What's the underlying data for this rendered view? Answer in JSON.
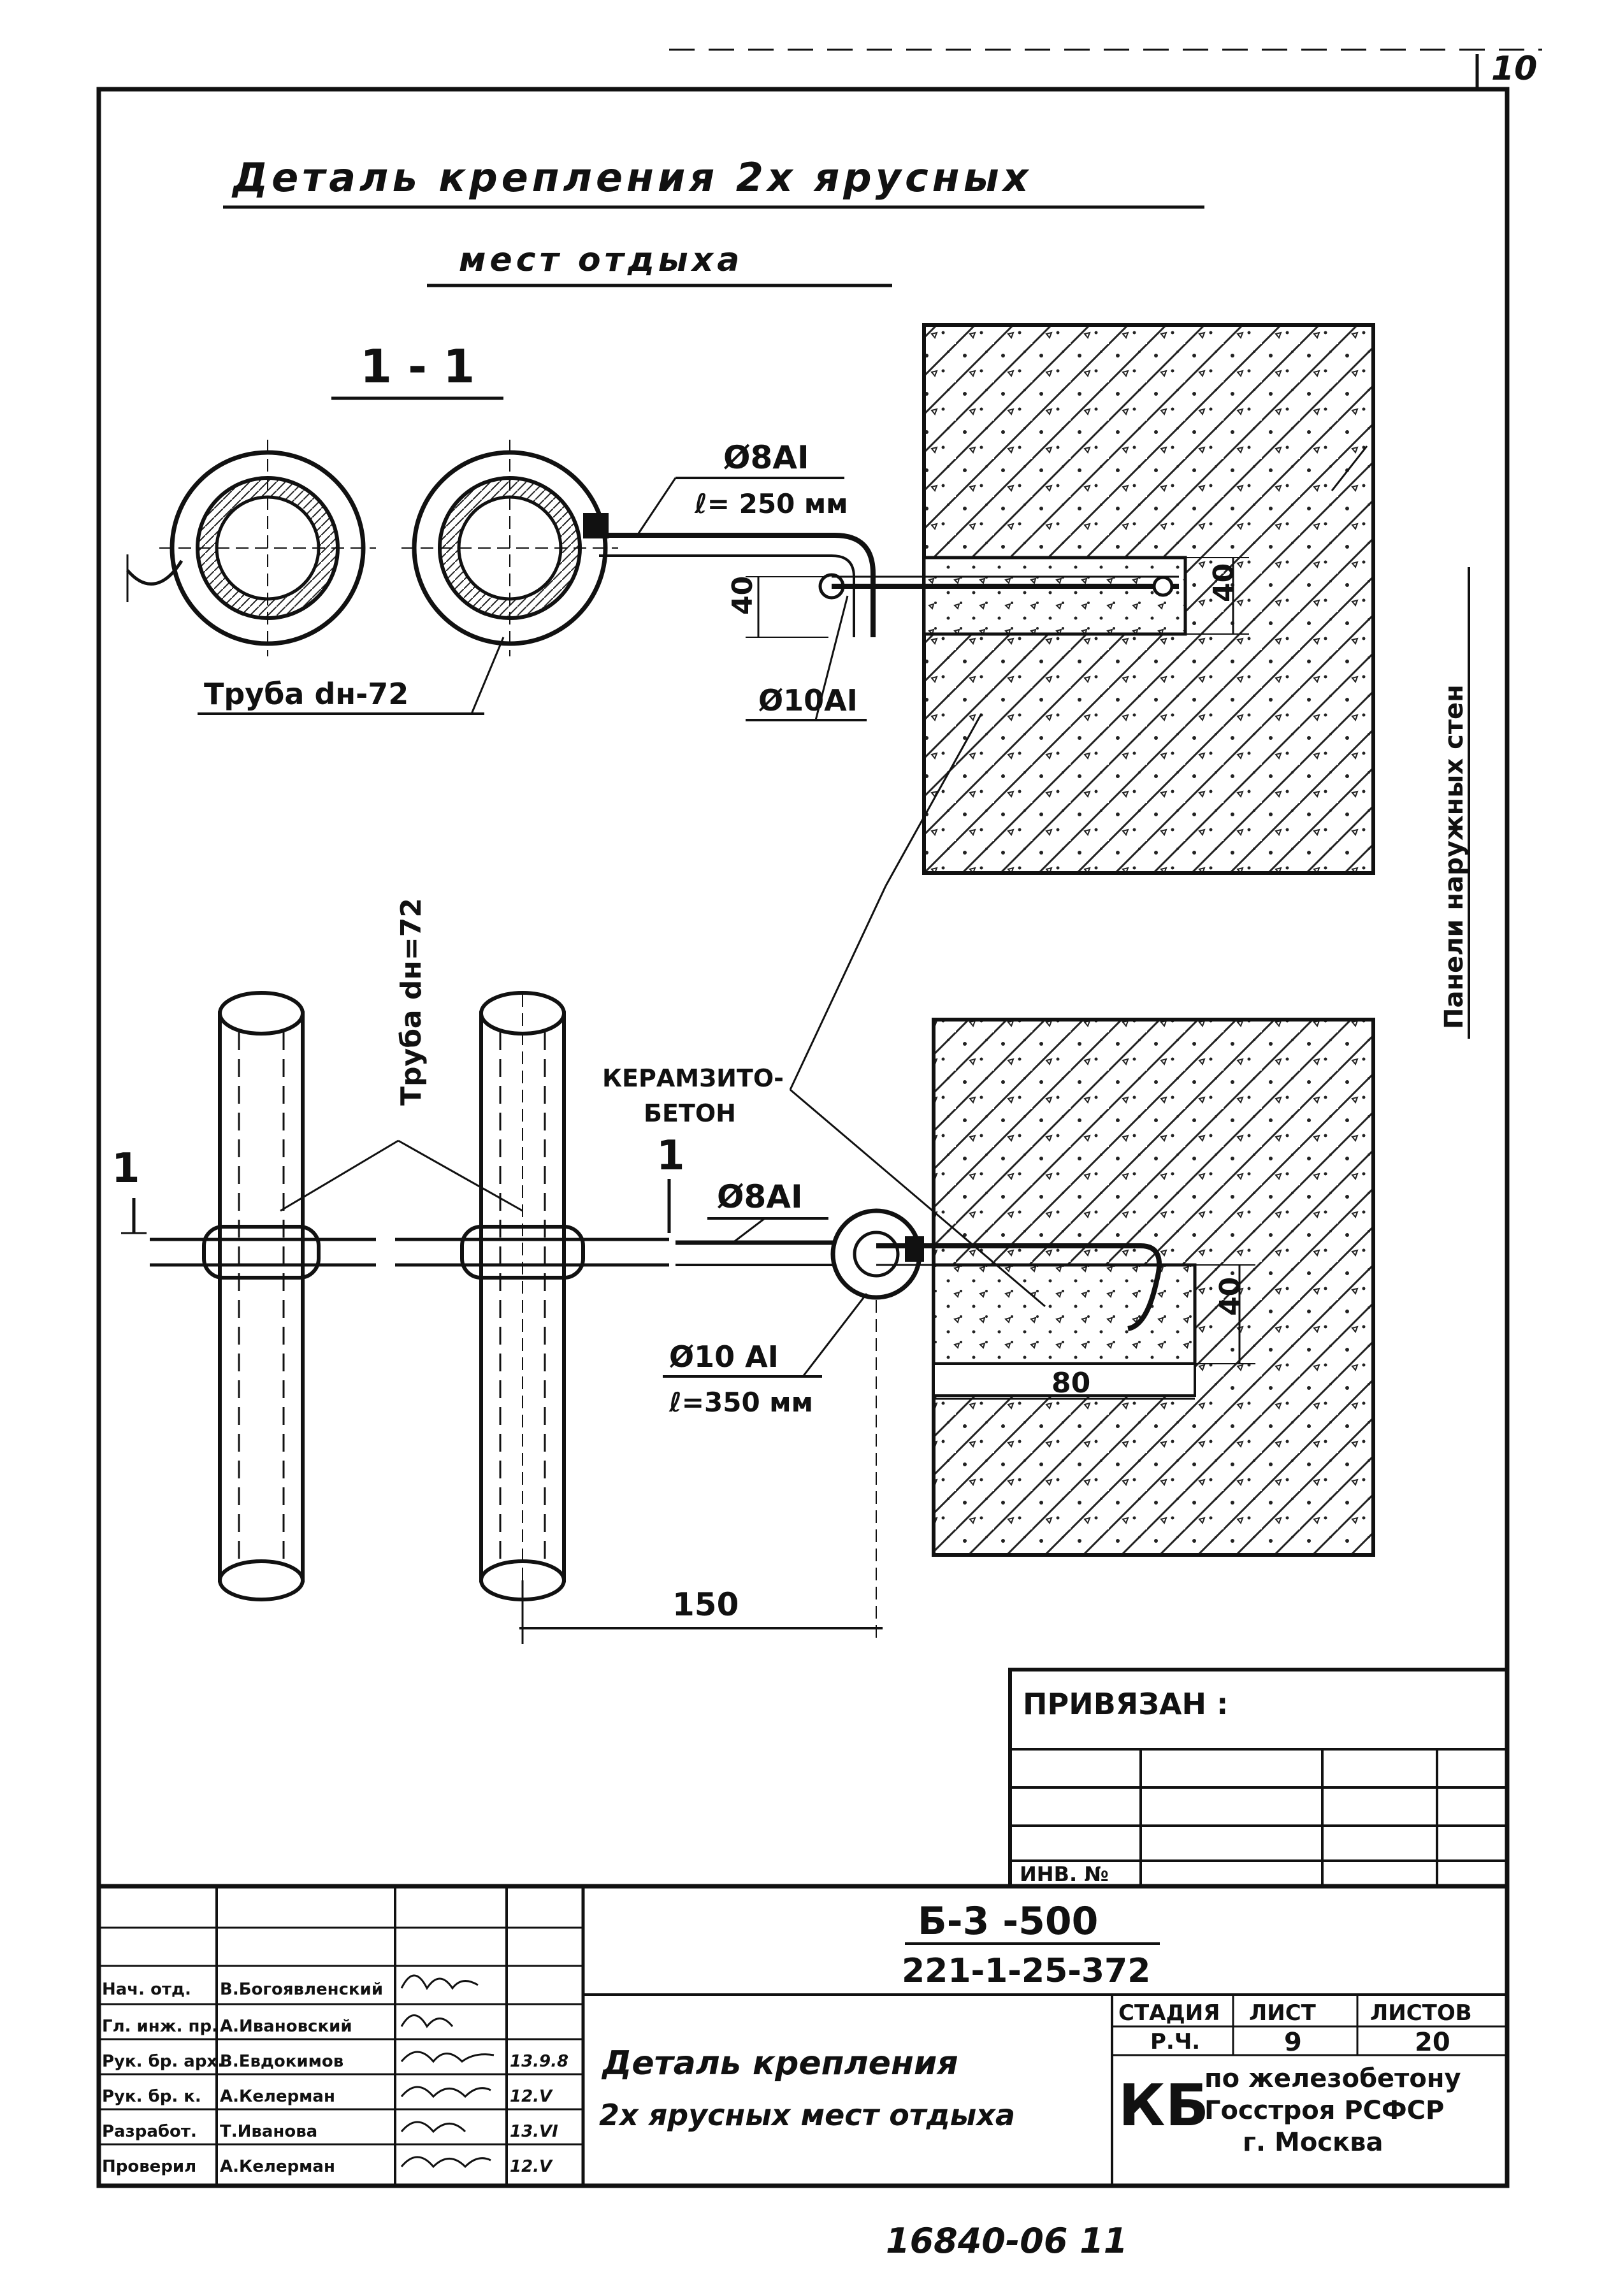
{
  "sheet_number": "10",
  "title_line1": "Деталь крепления 2х ярусных",
  "title_line2": "мест отдыха",
  "section_label": "1 - 1",
  "labels": {
    "rod8": "Ø8AI",
    "rod8_len": "ℓ= 250 мм",
    "rod8b": "Ø8AI",
    "rod10": "Ø10AI",
    "rod10b": "Ø10 AI",
    "rod10_len": "ℓ=350 мм",
    "pipe_top": "Труба dн-72",
    "pipe_vert": "Труба dн=72",
    "keramzit1": "КЕРАМЗИТО-",
    "keramzit2": "БЕТОН",
    "panels": "Панели наружных стен",
    "cut_left": "1",
    "cut_right": "1"
  },
  "dims": {
    "d40_a": "40",
    "d40_b": "40",
    "d40_c": "40",
    "d80": "80",
    "d150": "150"
  },
  "binding_block": {
    "title": "ПРИВЯЗАН :",
    "inv_label": "ИНВ. №"
  },
  "stamp": {
    "code1": "Б-3 -500",
    "code2": "221-1-25-372",
    "drawing_title1": "Деталь крепления",
    "drawing_title2": "2х ярусных мест отдыха",
    "stage_header": "СТАДИЯ",
    "sheet_header": "ЛИСТ",
    "sheets_header": "ЛИСТОВ",
    "stage": "Р.Ч.",
    "sheet": "9",
    "sheets": "20",
    "org_mark": "КБ",
    "org1": "по железобетону",
    "org2": "Госстроя РСФСР",
    "org3": "г. Москва",
    "staff": [
      {
        "role": "Нач. отд.",
        "name": "В.Богоявленский",
        "date": ""
      },
      {
        "role": "Гл. инж. пр.",
        "name": "А.Ивановский",
        "date": ""
      },
      {
        "role": "Рук. бр. арх.",
        "name": "В.Евдокимов",
        "date": "13.9.8"
      },
      {
        "role": "Рук. бр. к.",
        "name": "А.Келерман",
        "date": "12.V"
      },
      {
        "role": "Разработ.",
        "name": "Т.Иванова",
        "date": "13.VI"
      },
      {
        "role": "Проверил",
        "name": "А.Келерман",
        "date": "12.V"
      }
    ]
  },
  "footer_number": "16840-06  11"
}
